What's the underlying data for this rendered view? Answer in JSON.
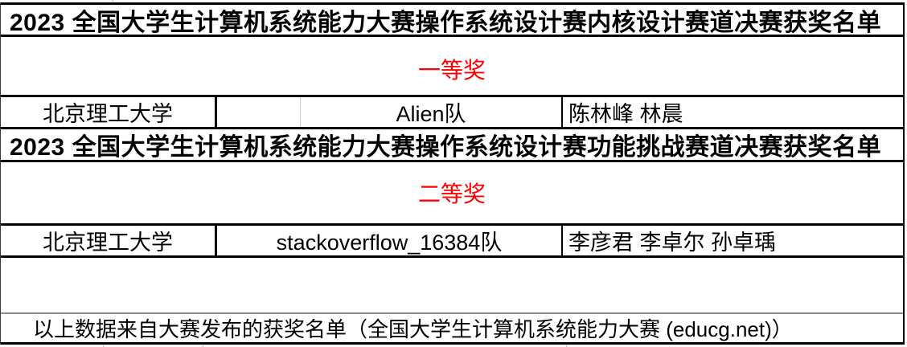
{
  "page": {
    "kernel_list": {
      "title": "2023 全国大学生计算机系统能力大赛操作系统设计赛内核设计赛道决赛获奖名单",
      "award_tier": "一等奖",
      "winner": {
        "school": "北京理工大学",
        "team": "Alien队",
        "members": "陈林峰 林晨"
      }
    },
    "challenge_list": {
      "title": "2023 全国大学生计算机系统能力大赛操作系统设计赛功能挑战赛道决赛获奖名单",
      "award_tier": "二等奖",
      "winner": {
        "school": "北京理工大学",
        "team": "stackoverflow_16384队",
        "members": "李彦君 李卓尔 孙卓瑀"
      }
    },
    "source_note": "以上数据来自大赛发布的获奖名单（全国大学生计算机系统能力大赛 (educg.net)）"
  },
  "colors": {
    "award_text": "#ff0000",
    "table_border": "#000000",
    "gridline": "#c9c9c9"
  }
}
